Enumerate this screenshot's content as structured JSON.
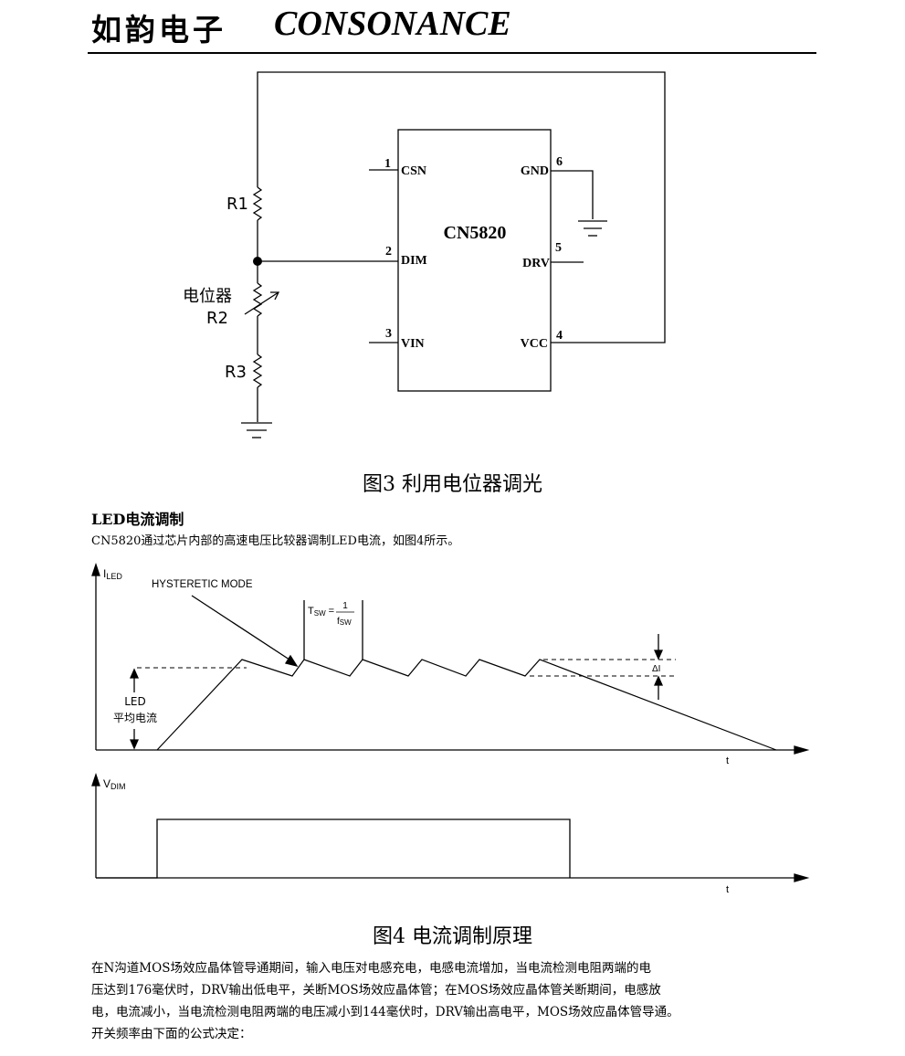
{
  "header": {
    "company_cn": "如韵电子",
    "company_en": "CONSONANCE"
  },
  "figure3": {
    "caption": "图3   利用电位器调光",
    "chip_name": "CN5820",
    "pins": [
      {
        "num": "1",
        "name": "CSN"
      },
      {
        "num": "2",
        "name": "DIM"
      },
      {
        "num": "3",
        "name": "VIN"
      },
      {
        "num": "4",
        "name": "VCC"
      },
      {
        "num": "5",
        "name": "DRV"
      },
      {
        "num": "6",
        "name": "GND"
      }
    ],
    "r1": "R1",
    "r2": "R2",
    "r3": "R3",
    "potentiometer": "电位器"
  },
  "section": {
    "title": "LED电流调制",
    "intro": "CN5820通过芯片内部的高速电压比较器调制LED电流，如图4所示。"
  },
  "figure4": {
    "caption": "图4   电流调制原理",
    "top_axis_label": "I",
    "top_axis_sub": "LED",
    "mode_label": "HYSTERETIC MODE",
    "tsw_label": "T",
    "tsw_sub": "SW",
    "tsw_eq": " = ",
    "tsw_num": "1",
    "tsw_den": "f",
    "tsw_den_sub": "SW",
    "delta_label": "ΔI",
    "avg_label_1": "LED",
    "avg_label_2": "平均电流",
    "t_label_top": "t",
    "bottom_axis_label": "V",
    "bottom_axis_sub": "DIM",
    "t_label_bottom": "t"
  },
  "paragraph": {
    "lines": [
      "在N沟道MOS场效应晶体管导通期间，输入电压对电感充电，电感电流增加，当电流检测电阻两端的电",
      "压达到176毫伏时，DRV输出低电平，关断MOS场效应晶体管；在MOS场效应晶体管关断期间，电感放",
      "电，电流减小，当电流检测电阻两端的电压减小到144毫伏时，DRV输出高电平，MOS场效应晶体管导通。",
      "开关频率由下面的公式决定："
    ]
  }
}
